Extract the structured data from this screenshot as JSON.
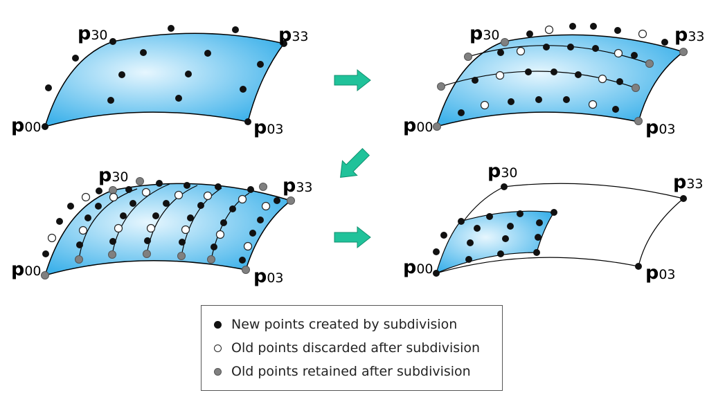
{
  "colors": {
    "new": "#111111",
    "discarded": "#ffffff",
    "retained": "#808080",
    "surface_light": "#e6f6fe",
    "surface_dark": "#3fb2ea",
    "arrow": "#20c29a"
  },
  "labels": {
    "p00": {
      "main": "p",
      "sub": "00"
    },
    "p03": {
      "main": "p",
      "sub": "03"
    },
    "p30": {
      "main": "p",
      "sub": "30"
    },
    "p33": {
      "main": "p",
      "sub": "33"
    }
  },
  "legend": {
    "new": "New points created by subdivision",
    "discarded": "Old points discarded after subdivision",
    "retained": "Old points retained after subdivision"
  }
}
